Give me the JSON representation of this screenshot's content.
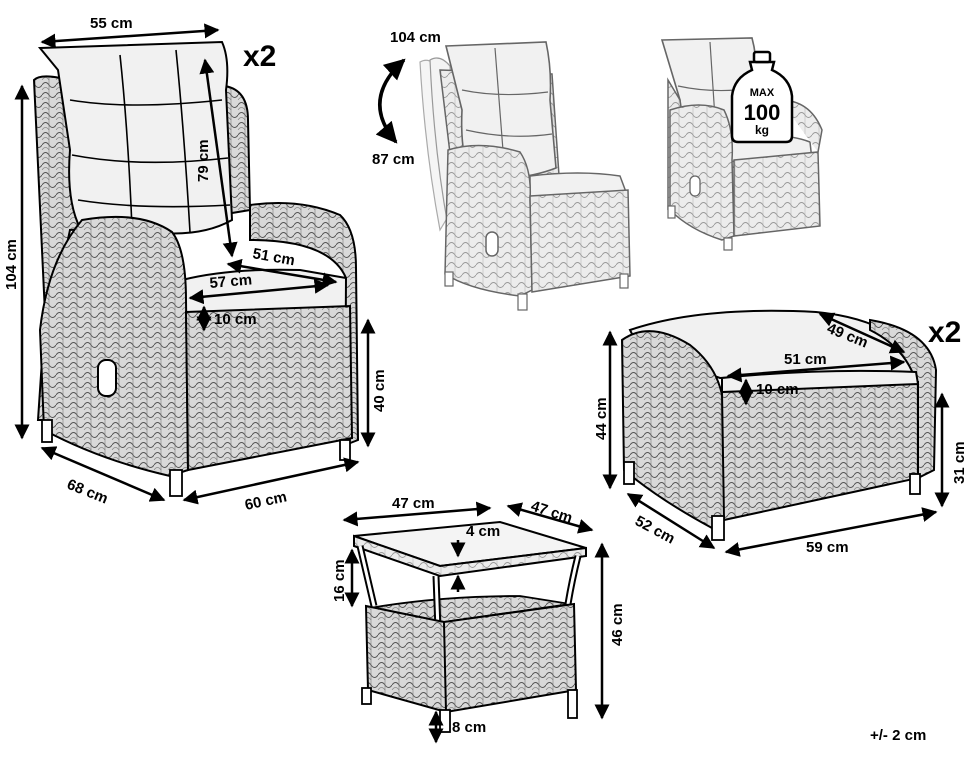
{
  "set_multipliers": {
    "chair_qty": "x2",
    "ottoman_qty": "x2"
  },
  "chair": {
    "cushion_width": "55 cm",
    "height": "104 cm",
    "backrest_height": "79 cm",
    "seat_depth": "51 cm",
    "seat_width": "57 cm",
    "cushion_thickness": "10 cm",
    "seat_height": "40 cm",
    "depth": "68 cm",
    "width": "60 cm"
  },
  "recline": {
    "upright_height": "104 cm",
    "reclined_height": "87 cm"
  },
  "load": {
    "max_label": "MAX",
    "max_value": "100",
    "max_unit": "kg"
  },
  "ottoman": {
    "depth_top": "49 cm",
    "cushion_width": "51 cm",
    "cushion_thickness": "10 cm",
    "height": "44 cm",
    "seat_height": "31 cm",
    "depth": "52 cm",
    "width": "59 cm"
  },
  "table": {
    "width": "47 cm",
    "depth": "47 cm",
    "top_thickness": "4 cm",
    "clearance": "16 cm",
    "height": "46 cm",
    "leg_height": "8 cm"
  },
  "tolerance": "+/- 2 cm",
  "colors": {
    "line": "#000000",
    "cushion": "#f1f1f1",
    "wicker": "#d6d6d6",
    "wicker_pale": "#e7e7e7"
  }
}
